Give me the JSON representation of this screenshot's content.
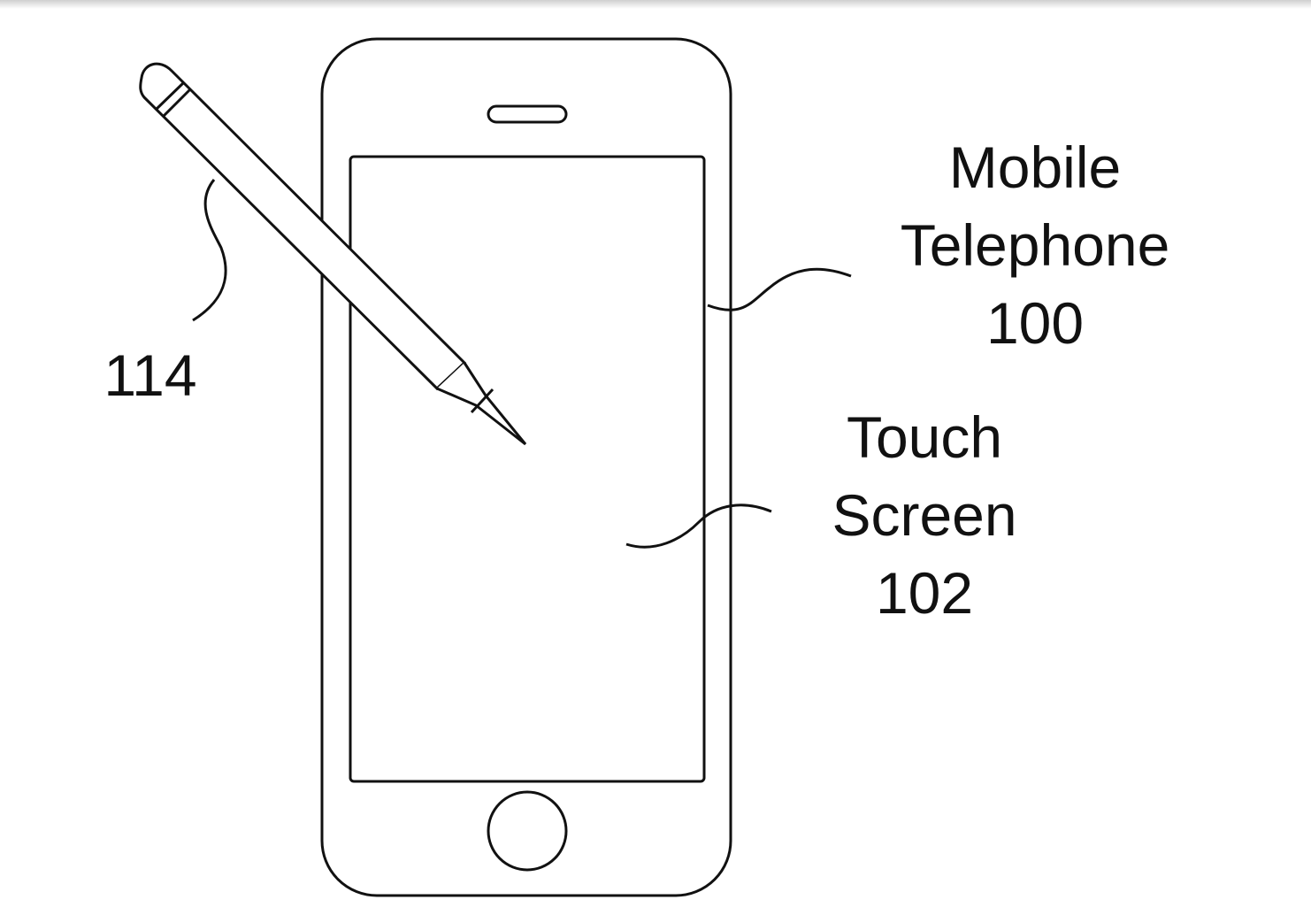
{
  "labels": {
    "mobile_line1": "Mobile",
    "mobile_line2": "Telephone",
    "mobile_ref": "100",
    "touch_line1": "Touch",
    "touch_line2": "Screen",
    "touch_ref": "102",
    "stylus_ref": "114"
  }
}
